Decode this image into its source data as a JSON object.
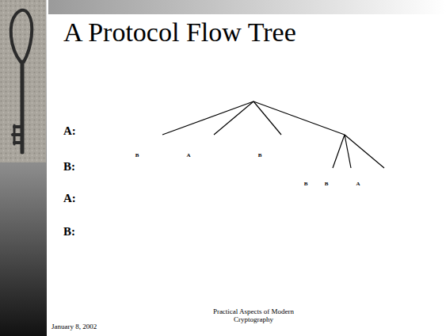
{
  "diagram": {
    "title": "A Protocol Flow Tree",
    "labels": [
      "A:",
      "B:",
      "A:",
      "B:",
      "B",
      "A",
      "B",
      "B",
      "B",
      "A",
      "Practical Aspects of Modern Cryptography",
      "January 8, 2002"
    ]
  }
}
